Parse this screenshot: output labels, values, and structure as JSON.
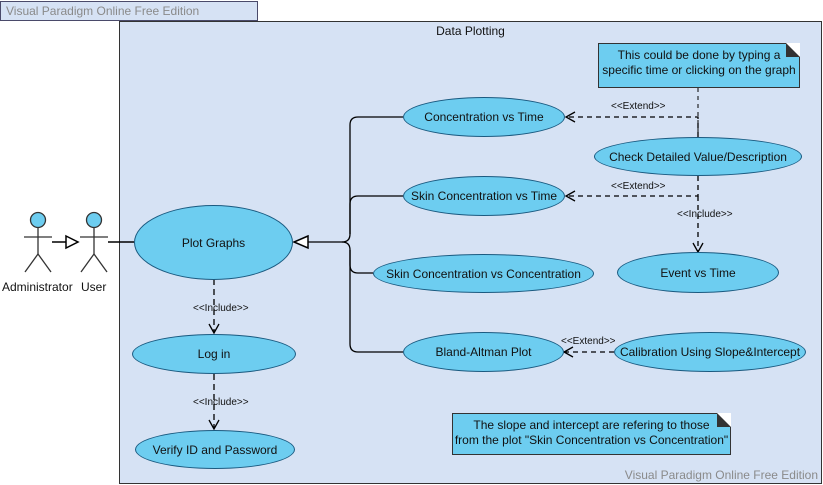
{
  "watermark": {
    "top": "Visual Paradigm Online Free Edition",
    "bottom": "Visual Paradigm Online Free Edition"
  },
  "system": {
    "title": "Data Plotting"
  },
  "actors": {
    "administrator": "Administrator",
    "user": "User"
  },
  "use_cases": {
    "plot_graphs": "Plot Graphs",
    "log_in": "Log in",
    "verify": "Verify ID and Password",
    "conc_time": "Concentration vs Time",
    "skin_conc_time": "Skin Concentration vs Time",
    "skin_conc_conc": "Skin Concentration vs Concentration",
    "bland_altman": "Bland-Altman Plot",
    "check_detail": "Check Detailed Value/Description",
    "event_time": "Event vs Time",
    "calibration": "Calibration Using Slope&Intercept"
  },
  "notes": {
    "note1_line1": "This could be done by typing a",
    "note1_line2": "specific time or clicking on the graph",
    "note2_line1": "The slope and intercept are refering to those",
    "note2_line2": "from the plot \"Skin Concentration vs Concentration\""
  },
  "relations": {
    "include": "<<Include>>",
    "extend": "<<Extend>>"
  },
  "colors": {
    "usecase_fill": "#6dcdf0",
    "boundary_fill": "#d6e2f4",
    "note_fill": "#6dcdf0"
  }
}
